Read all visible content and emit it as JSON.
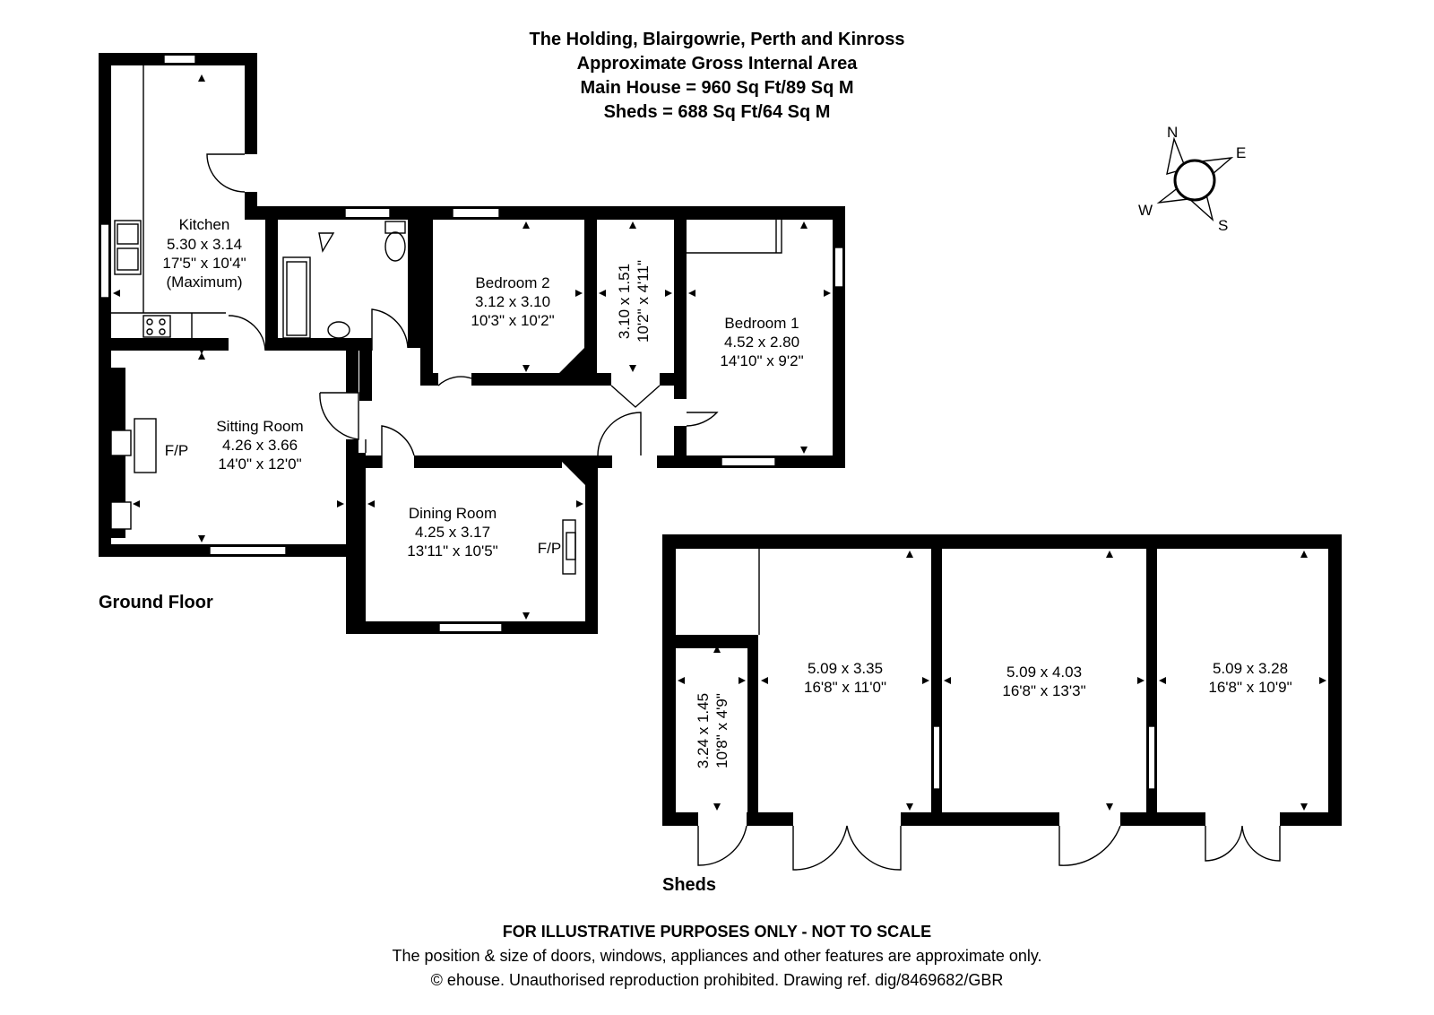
{
  "header": {
    "title": "The Holding, Blairgowrie, Perth and Kinross",
    "subtitle": "Approximate Gross Internal Area",
    "main_house": "Main House = 960 Sq Ft/89 Sq M",
    "sheds": "Sheds = 688 Sq Ft/64 Sq M"
  },
  "compass": {
    "n": "N",
    "e": "E",
    "s": "S",
    "w": "W"
  },
  "ground_floor": {
    "label": "Ground Floor",
    "kitchen": {
      "name": "Kitchen",
      "metric": "5.30 x 3.14",
      "imperial": "17'5\" x 10'4\"",
      "note": "(Maximum)"
    },
    "bedroom2": {
      "name": "Bedroom 2",
      "metric": "3.12 x 3.10",
      "imperial": "10'3\" x 10'2\""
    },
    "cupboard": {
      "metric": "3.10 x 1.51",
      "imperial": "10'2\" x 4'11\""
    },
    "bedroom1": {
      "name": "Bedroom 1",
      "metric": "4.52 x 2.80",
      "imperial": "14'10\" x 9'2\""
    },
    "sitting": {
      "name": "Sitting Room",
      "metric": "4.26 x 3.66",
      "imperial": "14'0\" x 12'0\"",
      "fp": "F/P"
    },
    "dining": {
      "name": "Dining Room",
      "metric": "4.25 x 3.17",
      "imperial": "13'11\" x 10'5\"",
      "fp": "F/P"
    }
  },
  "sheds": {
    "label": "Sheds",
    "small": {
      "metric": "3.24 x 1.45",
      "imperial": "10'8\" x 4'9\""
    },
    "shed1": {
      "metric": "5.09 x 3.35",
      "imperial": "16'8\" x 11'0\""
    },
    "shed2": {
      "metric": "5.09 x 4.03",
      "imperial": "16'8\" x 13'3\""
    },
    "shed3": {
      "metric": "5.09 x 3.28",
      "imperial": "16'8\" x 10'9\""
    }
  },
  "footer": {
    "disclaimer": "FOR ILLUSTRATIVE PURPOSES ONLY - NOT TO SCALE",
    "note": "The position & size of doors, windows, appliances and other features are approximate only.",
    "copyright": "© ehouse. Unauthorised reproduction prohibited. Drawing ref. dig/8469682/GBR"
  }
}
